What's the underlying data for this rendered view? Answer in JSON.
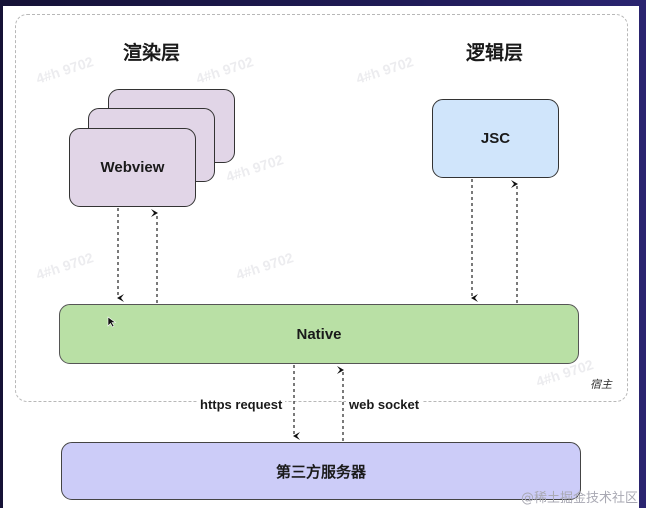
{
  "diagram": {
    "layers": {
      "render_title": "渲染层",
      "logic_title": "逻辑层"
    },
    "nodes": {
      "webview": "Webview",
      "jsc": "JSC",
      "native": "Native",
      "server": "第三方服务器"
    },
    "edges": {
      "https_request": "https request",
      "web_socket": "web socket"
    },
    "host_label": "宿主",
    "watermark": "4#h 9702",
    "credit": "@稀土掘金技术社区"
  },
  "colors": {
    "webview": "#e1d5e7",
    "jsc": "#d0e5fb",
    "native": "#b9e0a5",
    "server": "#ccccf8"
  }
}
